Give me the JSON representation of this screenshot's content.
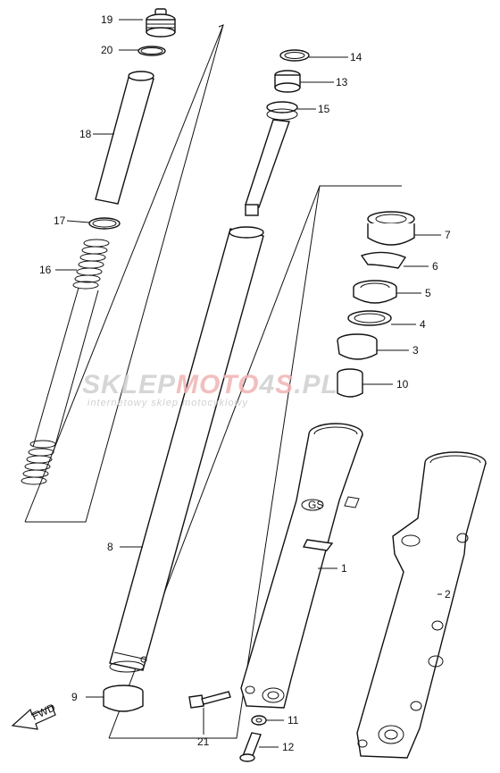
{
  "watermark": {
    "brand_part1": "SKLEP",
    "brand_part2": "MOTO",
    "brand_part3": "4",
    "brand_part4": "S",
    "brand_part5": ".PL",
    "tagline": "internetowy sklep motocyklowy",
    "color_gray": "#cfcfcf",
    "color_red": "#f2b3b3"
  },
  "fwd_label": "FWD",
  "parts": [
    {
      "id": "19",
      "label": "19"
    },
    {
      "id": "20",
      "label": "20"
    },
    {
      "id": "18",
      "label": "18"
    },
    {
      "id": "17",
      "label": "17"
    },
    {
      "id": "16",
      "label": "16"
    },
    {
      "id": "14",
      "label": "14"
    },
    {
      "id": "13",
      "label": "13"
    },
    {
      "id": "15",
      "label": "15"
    },
    {
      "id": "7",
      "label": "7"
    },
    {
      "id": "6",
      "label": "6"
    },
    {
      "id": "5",
      "label": "5"
    },
    {
      "id": "4",
      "label": "4"
    },
    {
      "id": "3",
      "label": "3"
    },
    {
      "id": "10",
      "label": "10"
    },
    {
      "id": "8",
      "label": "8"
    },
    {
      "id": "1",
      "label": "1"
    },
    {
      "id": "2",
      "label": "2"
    },
    {
      "id": "9",
      "label": "9"
    },
    {
      "id": "11",
      "label": "11"
    },
    {
      "id": "21",
      "label": "21"
    },
    {
      "id": "12",
      "label": "12"
    }
  ]
}
